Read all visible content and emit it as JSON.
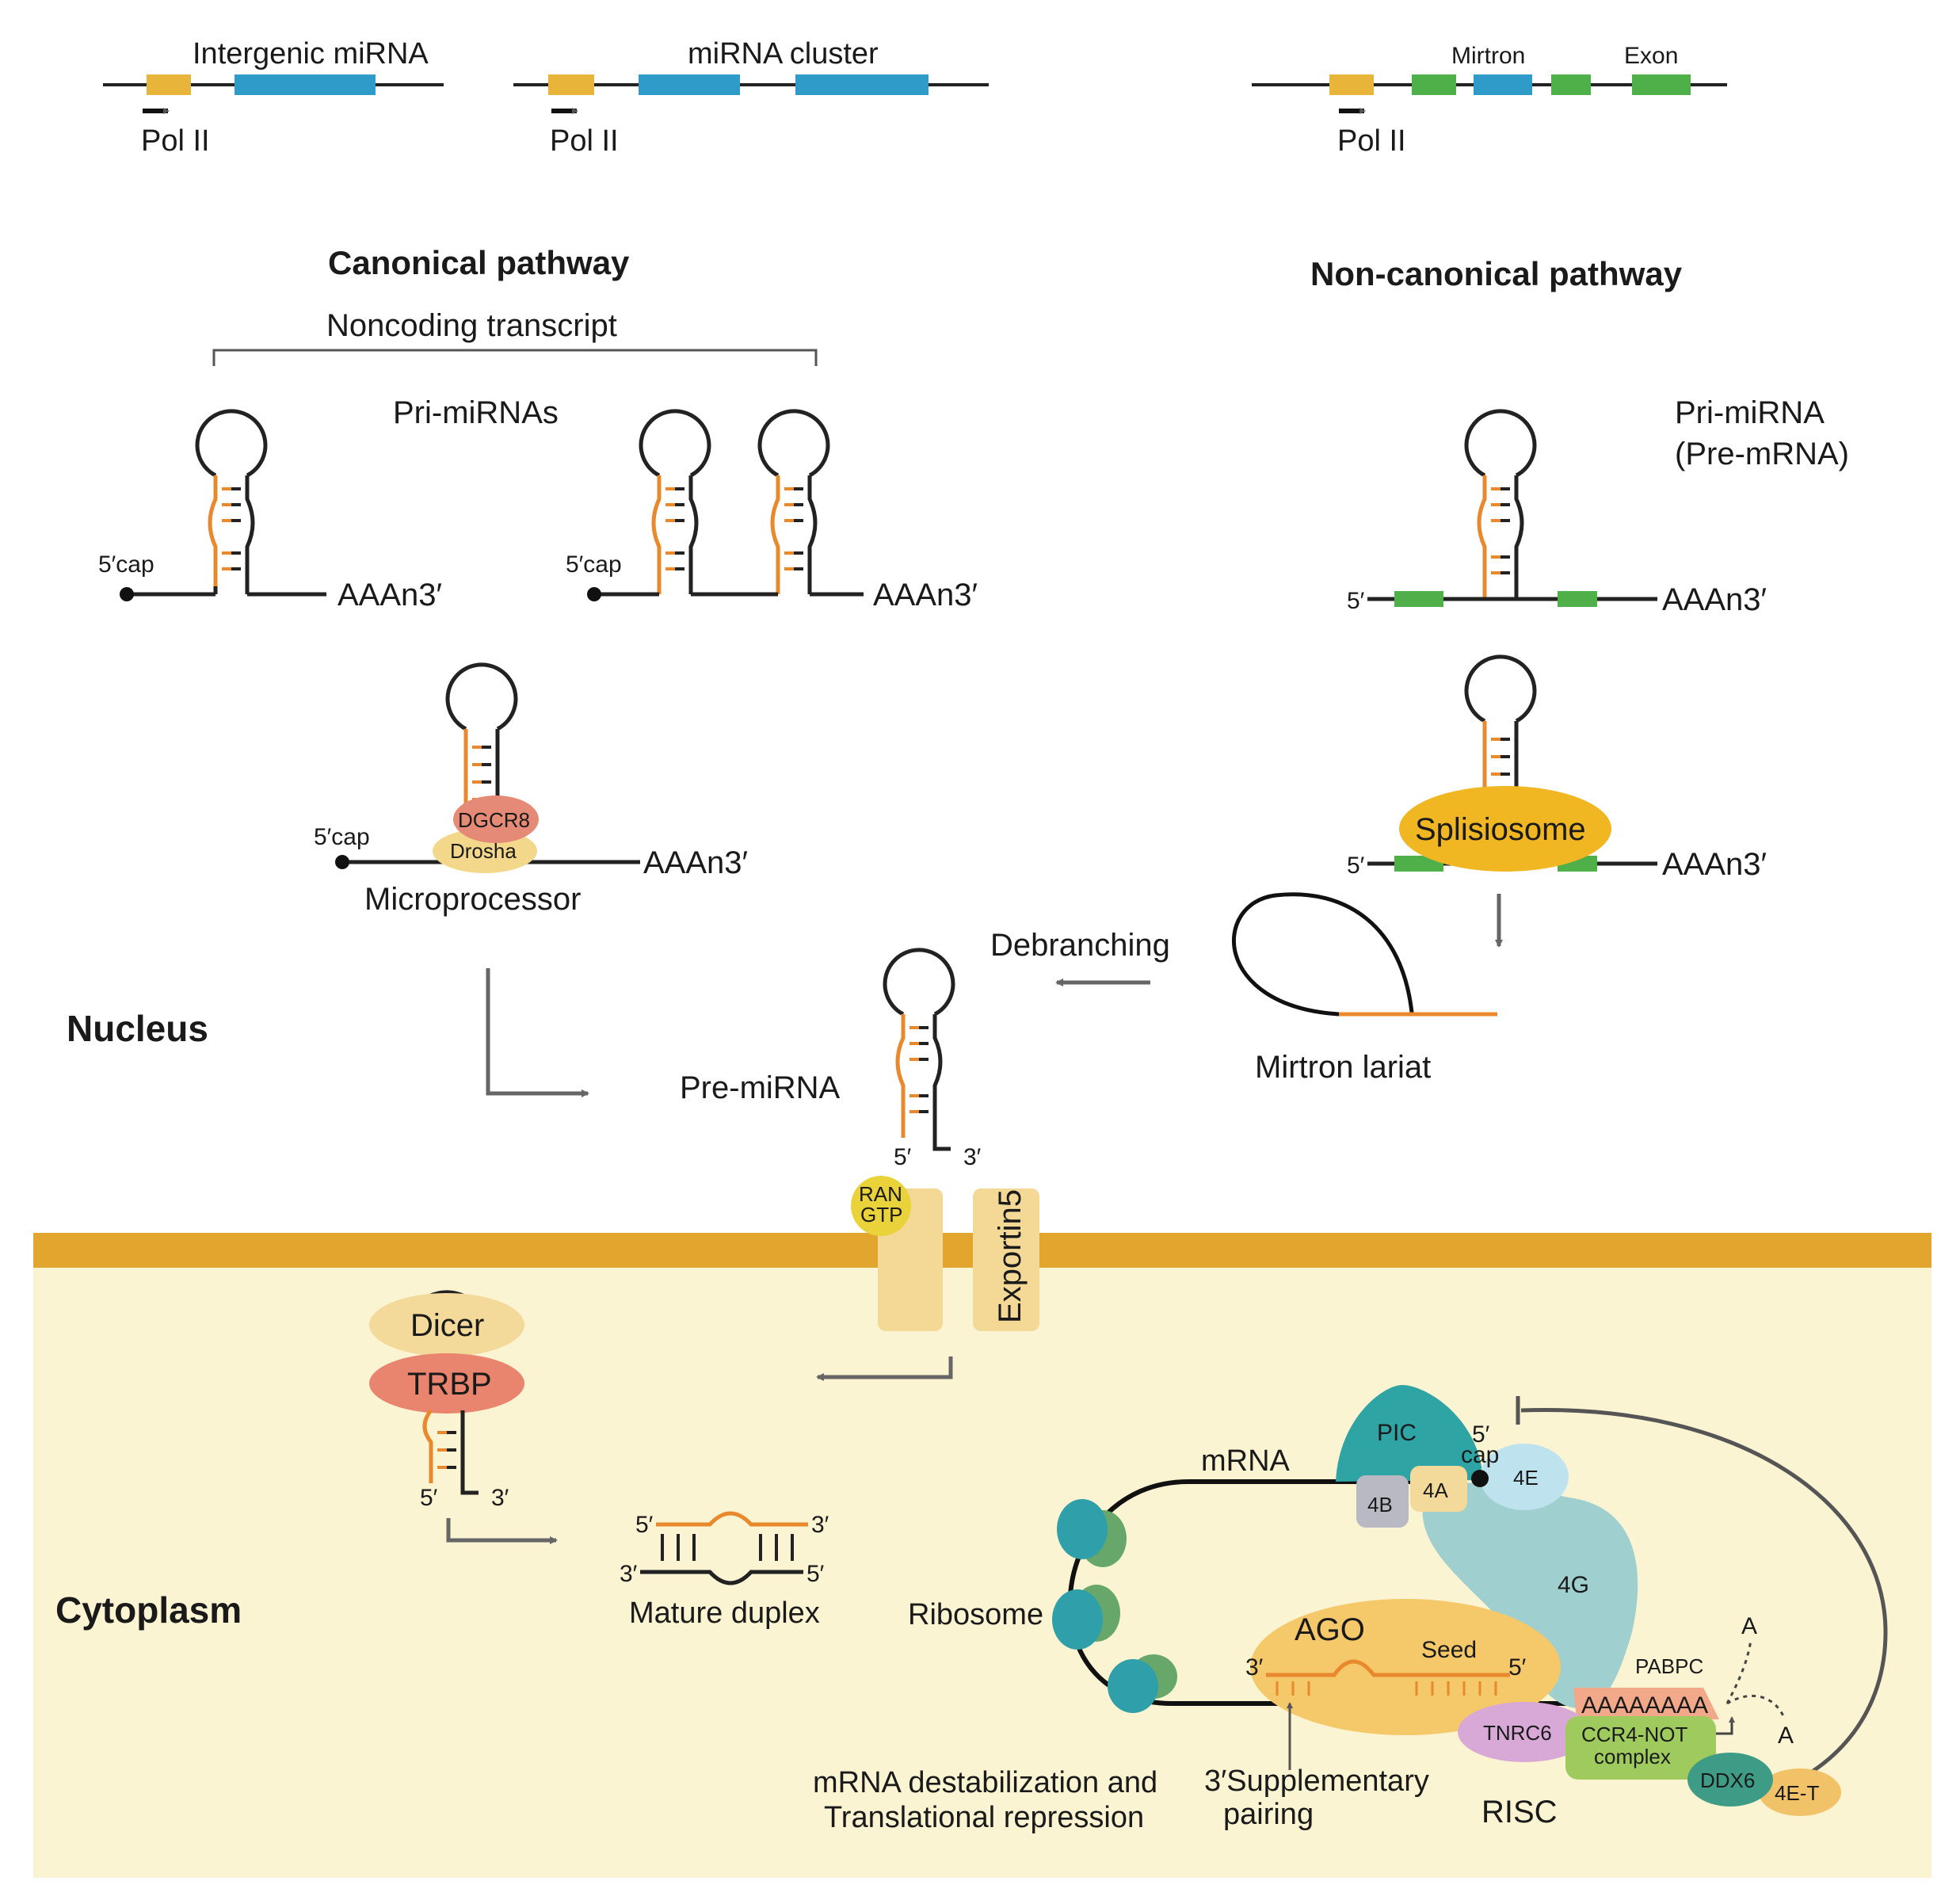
{
  "labels": {
    "intergenic": "Intergenic miRNA",
    "cluster": "miRNA cluster",
    "mirtron_top": "Mirtron",
    "exon": "Exon",
    "pol1": "Pol II",
    "pol2": "Pol II",
    "pol3": "Pol II",
    "canonical": "Canonical pathway",
    "noncanonical": "Non-canonical pathway",
    "noncoding": "Noncoding transcript",
    "primirnas": "Pri-miRNAs",
    "primirna_nc_1": "Pri-miRNA",
    "primirna_nc_2": "(Pre-mRNA)",
    "cap1": "5′cap",
    "cap2": "5′cap",
    "cap3": "5′cap",
    "aaan1": "AAAn3′",
    "aaan2": "AAAn3′",
    "aaan3": "AAAn3′",
    "aaan4": "AAAn3′",
    "aaan5": "AAAn3′",
    "five_nc1": "5′",
    "five_nc2": "5′",
    "dgcr8": "DGCR8",
    "drosha": "Drosha",
    "microprocessor": "Microprocessor",
    "spliceosome": "Splisiosome",
    "debranching": "Debranching",
    "mirtron_lariat": "Mirtron lariat",
    "nucleus": "Nucleus",
    "premirna": "Pre-miRNA",
    "pre5": "5′",
    "pre3": "3′",
    "ran1": "RAN",
    "ran2": "GTP",
    "exportin": "Exportin5",
    "cytoplasm": "Cytoplasm",
    "dicer": "Dicer",
    "trbp": "TRBP",
    "dicer5": "5′",
    "dicer3": "3′",
    "dup5a": "5′",
    "dup3a": "3′",
    "dup3b": "3′",
    "dup5b": "5′",
    "mature": "Mature duplex",
    "mrna": "mRNA",
    "ribosome": "Ribosome",
    "pic": "PIC",
    "cap_5": "5′",
    "cap_word": "cap",
    "e4e": "4E",
    "e4a": "4A",
    "e4b": "4B",
    "e4g": "4G",
    "ago": "AGO",
    "seed": "Seed",
    "ago3": "3′",
    "ago5": "5′",
    "pabpc": "PABPC",
    "polya": "AAAAAAAA",
    "a1": "A",
    "a2": "A",
    "tnrc6": "TNRC6",
    "ccr4_1": "CCR4-NOT",
    "ccr4_2": "complex",
    "ddx6": "DDX6",
    "e4t": "4E-T",
    "destab1": "mRNA destabilization and",
    "destab2": "Translational repression",
    "supp1": "3′Supplementary",
    "supp2": "pairing",
    "risc": "RISC"
  },
  "colors": {
    "promoter": "#E8B43A",
    "mirna": "#2E9BC8",
    "exon": "#4FB04A",
    "strand": "#222222",
    "mirna_strand": "#E8892E",
    "membrane": "#E2A52E",
    "cytoplasm": "#FBF4D2",
    "dgcr8": "#E48A77",
    "drosha": "#F3D88C",
    "spliceosome": "#F0B722",
    "ran": "#E9D23A",
    "pore": "#F3D896",
    "dicer": "#F3D99A",
    "trbp": "#E9846E",
    "pic": "#2FA4A4",
    "e4e": "#BFE3EE",
    "e4g": "#9FCFCF",
    "e4b": "#B9B9C3",
    "ago": "#F5C96A",
    "tnrc6": "#D8A9D6",
    "ccr4": "#9FCB5E",
    "ddx6": "#3E9C86",
    "e4t": "#F2C268",
    "pabpc": "#F2A98A",
    "ribo_teal": "#2FA0AA",
    "ribo_green": "#67A86A",
    "arrow": "#666666"
  }
}
